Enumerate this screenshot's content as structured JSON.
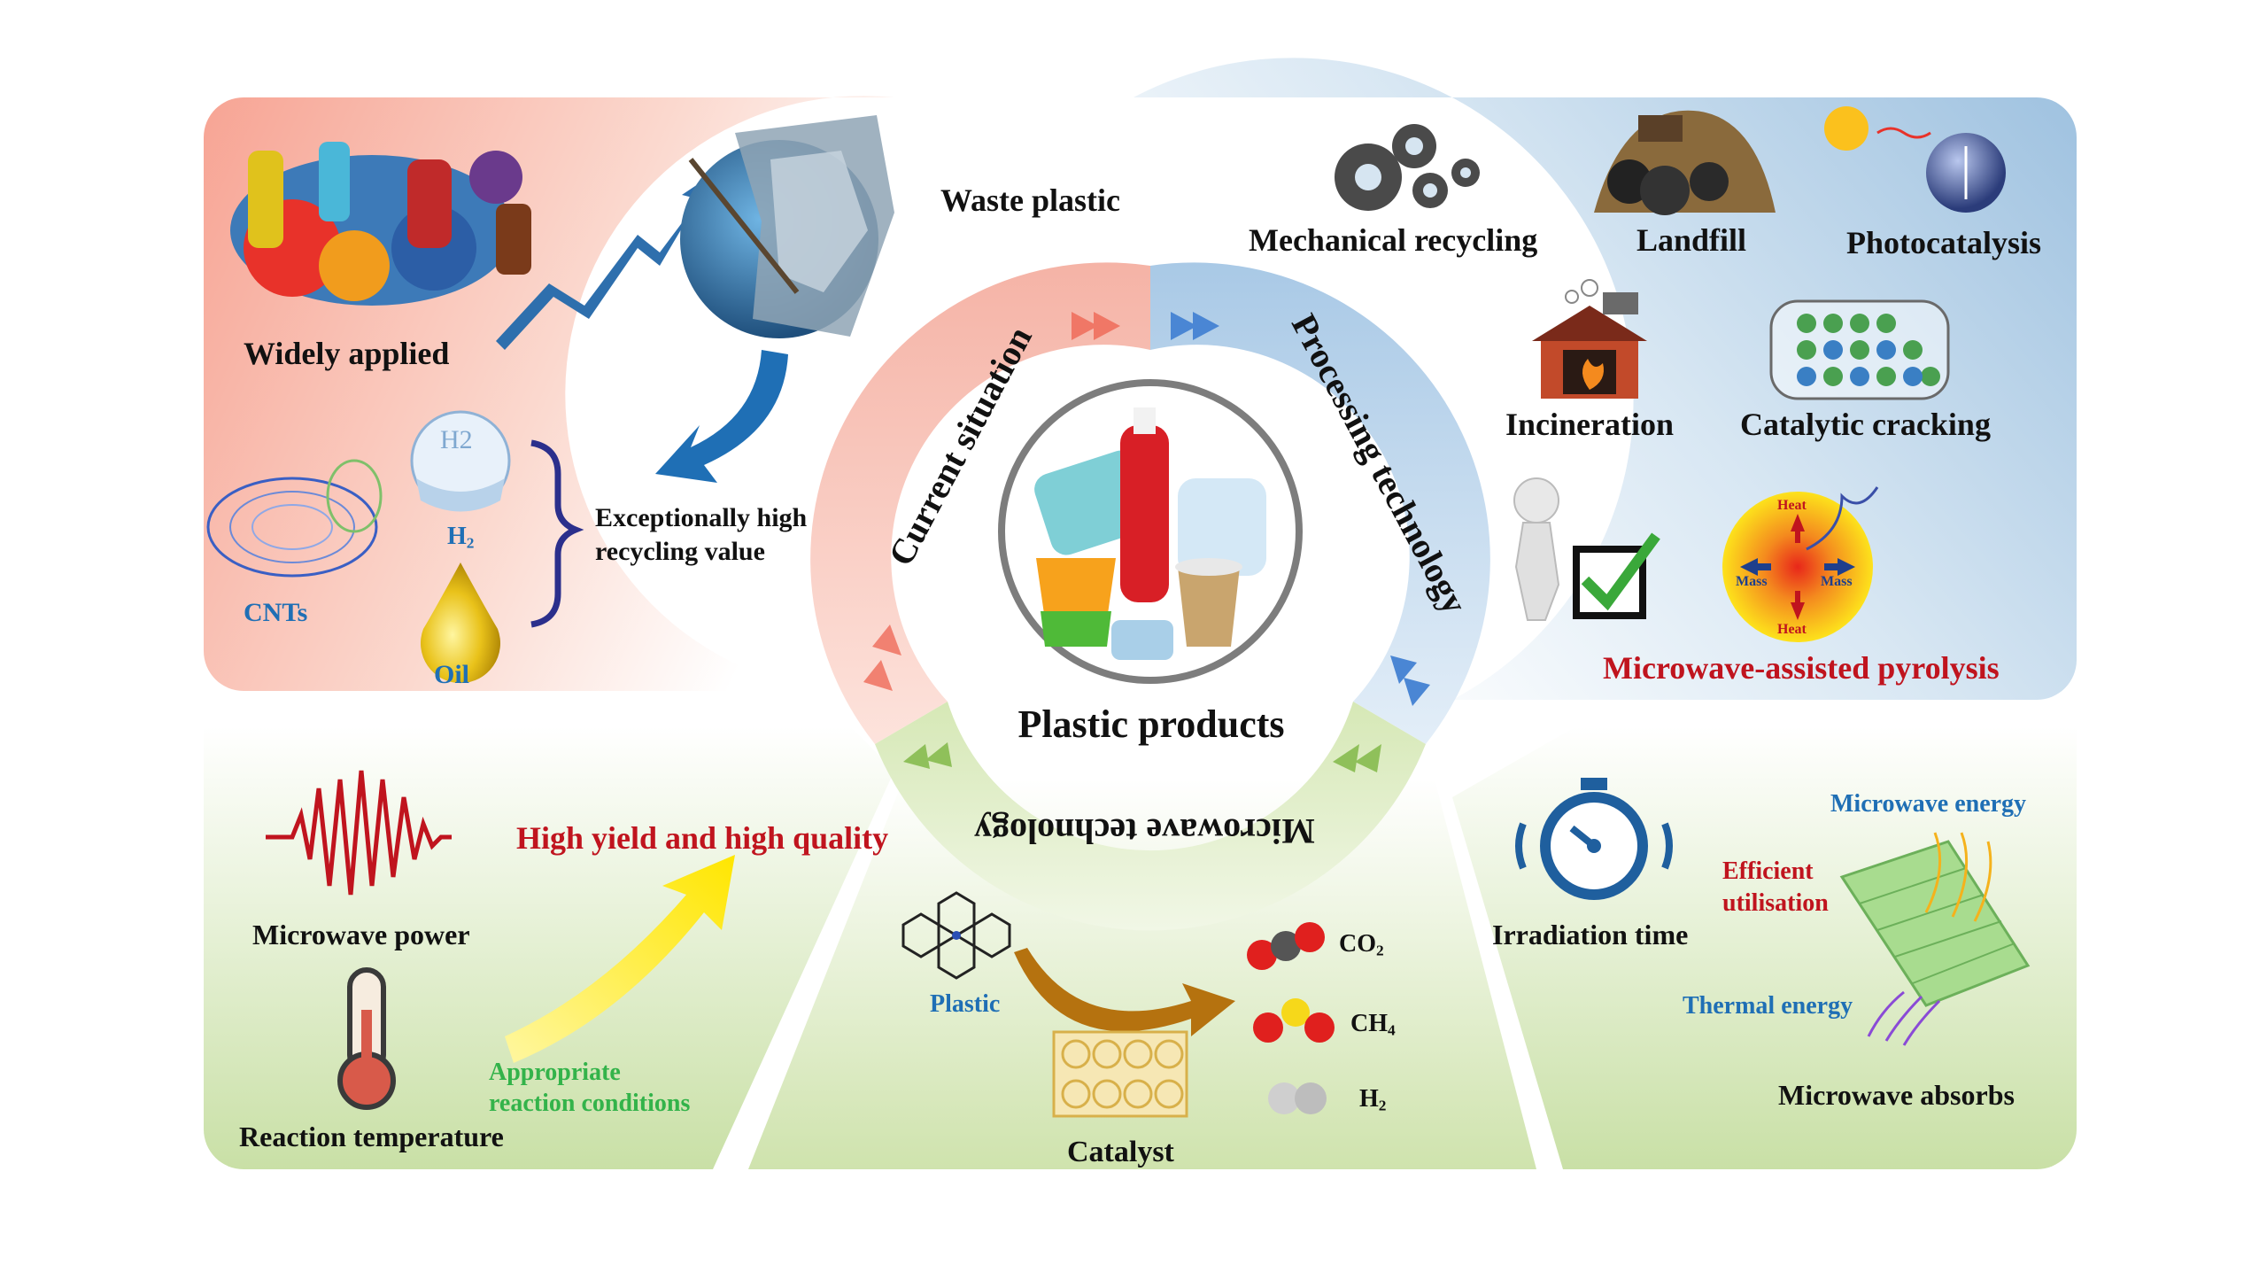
{
  "center": {
    "title": "Plastic products",
    "ring_labels": {
      "current": "Current situation",
      "processing": "Processing technology",
      "microwave": "Microwave technology"
    }
  },
  "top_left": {
    "widely_applied": "Widely applied",
    "waste_plastic": "Waste plastic",
    "recycling_value_line1": "Exceptionally high",
    "recycling_value_line2": "recycling value",
    "cnts": "CNTs",
    "h2": "H",
    "h2_sub": "2",
    "h2_bubble": "H2",
    "oil": "Oil"
  },
  "top_right": {
    "mechanical": "Mechanical recycling",
    "landfill": "Landfill",
    "photocatalysis": "Photocatalysis",
    "incineration": "Incineration",
    "catalytic": "Catalytic cracking",
    "microwave_pyrolysis": "Microwave-assisted pyrolysis",
    "heat": "Heat",
    "mass": "Mass"
  },
  "bottom_left": {
    "high_yield": "High yield and high quality",
    "microwave_power": "Microwave power",
    "reaction_temperature": "Reaction temperature",
    "appropriate_line1": "Appropriate",
    "appropriate_line2": "reaction conditions"
  },
  "bottom_center": {
    "plastic": "Plastic",
    "catalyst": "Catalyst",
    "co2": "CO",
    "co2_sub": "2",
    "ch4": "CH",
    "ch4_sub": "4",
    "h2": "H",
    "h2_sub": "2"
  },
  "bottom_right": {
    "irradiation_time": "Irradiation time",
    "microwave_energy": "Microwave energy",
    "efficient_line1": "Efficient",
    "efficient_line2": "utilisation",
    "thermal_energy": "Thermal energy",
    "microwave_absorbs": "Microwave absorbs"
  },
  "colors": {
    "red_panel": "#f6b7a8",
    "blue_panel": "#b9d3e8",
    "green_panel": "#d4e6b5",
    "accent_red": "#c0141e",
    "accent_blue": "#1f6fb5",
    "accent_green": "#33b34a"
  }
}
